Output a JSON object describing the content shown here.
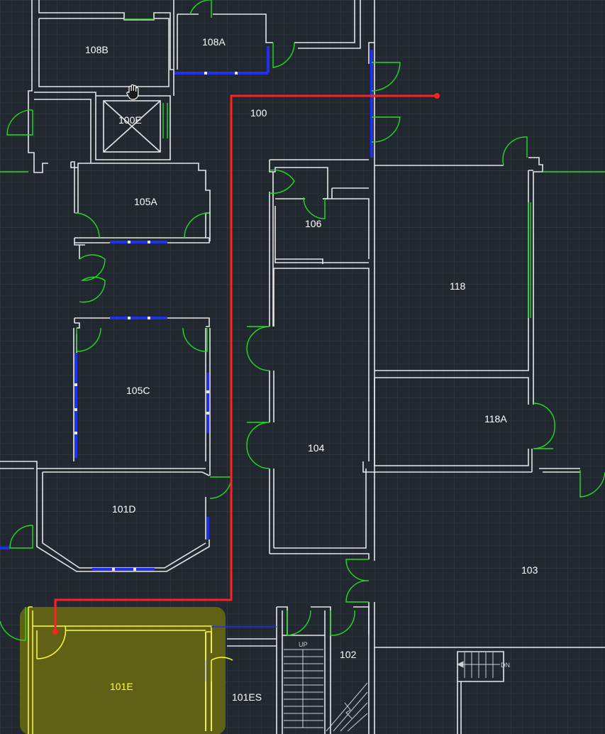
{
  "app": {
    "cursor_icon": "pan-hand-icon"
  },
  "colors": {
    "background": "#212830",
    "wall": "#e6e6e6",
    "door": "#22dd22",
    "window": "#2030ee",
    "route": "#ff2020",
    "selection_fill": "#6b6b10",
    "selection_outline": "#ffff33"
  },
  "rooms": {
    "r108B": "108B",
    "r108A": "108A",
    "r100": "100",
    "r100E": "100E",
    "r105A": "105A",
    "r106": "106",
    "r118": "118",
    "r105C": "105C",
    "r118A": "118A",
    "r104": "104",
    "r101D": "101D",
    "r103": "103",
    "r102": "102",
    "r101E": "101E",
    "r101ES": "101ES"
  },
  "stairs": {
    "up_label": "UP",
    "down_label": "DN"
  },
  "selected_room": "101E"
}
